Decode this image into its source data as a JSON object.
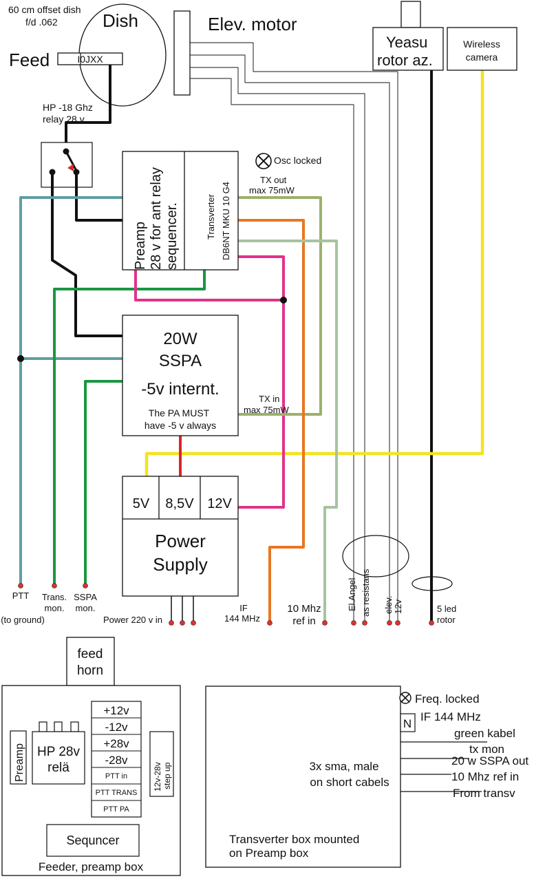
{
  "dish": {
    "caption_line1": "60 cm offset dish",
    "caption_line2": "f/d .062",
    "title": "Dish",
    "feed_label": "Feed",
    "feed_callsign": "I0JXX"
  },
  "elev_motor": {
    "label": "Elev. motor"
  },
  "rotor": {
    "line1": "Yeasu",
    "line2": "rotor az."
  },
  "camera": {
    "line1": "Wireless",
    "line2": "camera"
  },
  "relay": {
    "line1": "HP -18 Ghz",
    "line2": "relay 28 v"
  },
  "preamp_box": {
    "line1": "Preamp",
    "line2": "28 v for ant relay",
    "line3": "sequencer."
  },
  "transverter": {
    "line1": "Transverter",
    "line2": "DB6NT MKU 10 G4"
  },
  "osc_locked": "Osc locked",
  "tx_out": {
    "line1": "TX out",
    "line2": "max 75mW"
  },
  "sspa": {
    "line1": "20W",
    "line2": "SSPA",
    "line3": "-5v internt.",
    "line4": "The PA MUST",
    "line5": "have -5 v always"
  },
  "tx_in": {
    "line1": "TX in",
    "line2": "max 75mW"
  },
  "power_supply": {
    "v5": "5V",
    "v85": "8,5V",
    "v12": "12V",
    "line1": "Power",
    "line2": "Supply"
  },
  "terminals": {
    "ptt": "PTT",
    "ptt_sub": "(to ground)",
    "trans_mon_1": "Trans.",
    "trans_mon_2": "mon.",
    "sspa_mon_1": "SSPA",
    "sspa_mon_2": "mon.",
    "power": "Power 220 v in",
    "if_1": "IF",
    "if_2": "144 MHz",
    "ref_1": "10 Mhz",
    "ref_2": "ref in",
    "el_angel_1": "El.Angel",
    "el_angel_2": "as resistans",
    "elev": "elev.",
    "v12": "12v",
    "led_1": "5 led",
    "led_2": "rotor"
  },
  "feeder_box": {
    "feed_horn_1": "feed",
    "feed_horn_2": "horn",
    "preamp": "Preamp",
    "relay_1": "HP 28v",
    "relay_2": "relä",
    "supply_rows": [
      "+12v",
      "-12v",
      "+28v",
      "-28v",
      "PTT in",
      "PTT TRANS",
      "PTT PA"
    ],
    "stepup_1": "12v-28v",
    "stepup_2": "step up",
    "sequencer": "Sequncer",
    "title": "Feeder, preamp box"
  },
  "transv_box": {
    "freq_locked": "Freq. locked",
    "n_connector": "N",
    "if_label": "IF 144 MHz",
    "green_kabel": "green kabel",
    "tx_mon": "tx mon",
    "sspa_out": "20 w SSPA out",
    "ref_in": "10 Mhz ref in",
    "from_transv": "From transv",
    "sma_1": "3x sma, male",
    "sma_2": "on short cabels",
    "title_1": "Transverter box mounted",
    "title_2": "on Preamp box"
  },
  "colors": {
    "teal": "#5f9ea0",
    "green": "#1a9641",
    "olive": "#9cb06a",
    "orange": "#e87722",
    "magenta": "#e0338a",
    "lightgreen": "#a7c3a2",
    "yellow": "#f2e421",
    "red": "#d62728"
  }
}
